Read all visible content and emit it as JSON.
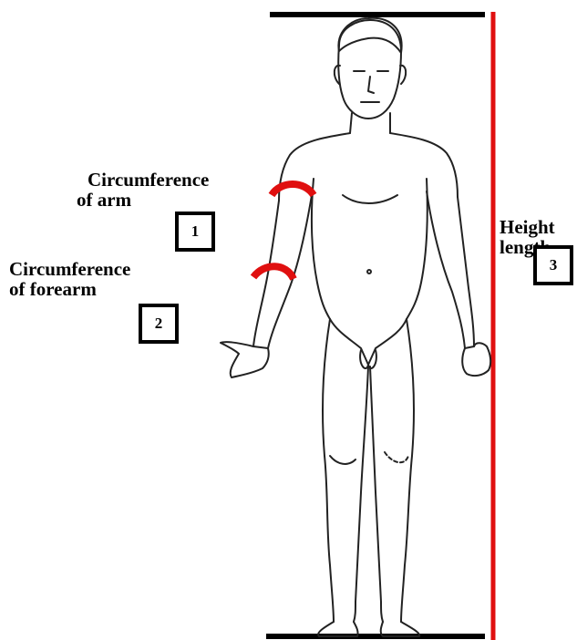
{
  "labels": {
    "arm_line1": "Circumference",
    "arm_line2": "of arm",
    "forearm_line1": "Circumference",
    "forearm_line2": "of forearm",
    "height_line1": "Height",
    "height_line2": "length"
  },
  "markers": [
    "1",
    "2",
    "3"
  ],
  "colors": {
    "measure_red": "#e01010",
    "ink": "#000000"
  }
}
